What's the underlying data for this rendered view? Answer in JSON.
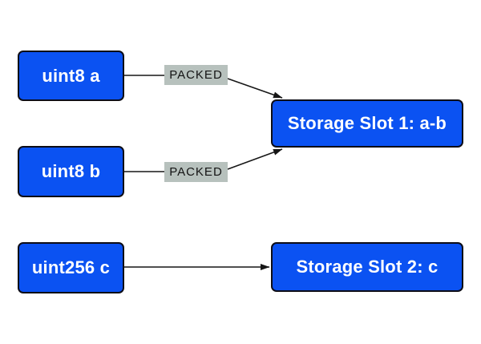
{
  "diagram": {
    "type": "flow",
    "nodes": [
      {
        "id": "uint8-a",
        "label": "uint8 a"
      },
      {
        "id": "uint8-b",
        "label": "uint8 b"
      },
      {
        "id": "uint256-c",
        "label": "uint256 c"
      },
      {
        "id": "storage-slot-1",
        "label": "Storage Slot 1: a-b"
      },
      {
        "id": "storage-slot-2",
        "label": "Storage Slot 2: c"
      }
    ],
    "edge_labels": [
      {
        "id": "packed-1",
        "text": "PACKED"
      },
      {
        "id": "packed-2",
        "text": "PACKED"
      }
    ],
    "edges": [
      {
        "from": "uint8-a",
        "to": "storage-slot-1",
        "via_label": "PACKED"
      },
      {
        "from": "uint8-b",
        "to": "storage-slot-1",
        "via_label": "PACKED"
      },
      {
        "from": "uint256-c",
        "to": "storage-slot-2",
        "via_label": ""
      }
    ],
    "colors": {
      "background": "#ffffff",
      "node_fill": "#0b52f2",
      "node_border": "#0d0d16",
      "node_text": "#ffffff",
      "edge_label_bg": "#b7c1bd",
      "edge_label_text": "#141414",
      "arrow": "#161616"
    }
  }
}
